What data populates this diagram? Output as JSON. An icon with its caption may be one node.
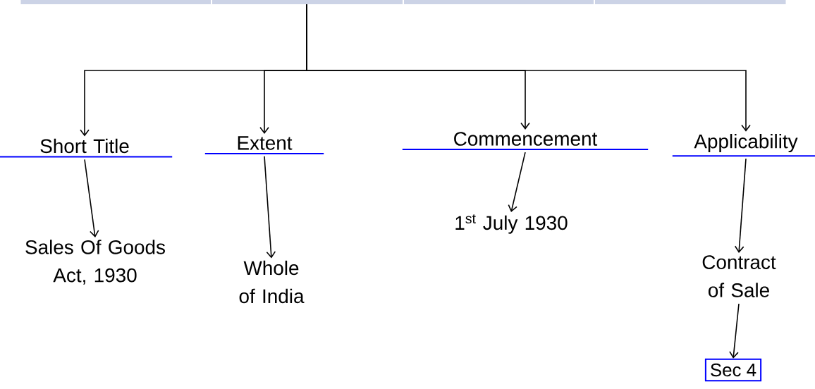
{
  "diagram": {
    "nodes": [
      {
        "text": [],
        "shape": "bar"
      },
      {
        "text": [
          "Short Title"
        ]
      },
      {
        "text": [
          "Extent"
        ]
      },
      {
        "text": [
          "Commencement"
        ]
      },
      {
        "text": [
          "Applicability"
        ]
      },
      {
        "text": [
          "Sales Of Goods Act, 1930"
        ]
      },
      {
        "text": [
          "Whole of India"
        ]
      },
      {
        "text": [
          "1$^{st}$ July 1930"
        ]
      },
      {
        "text": [
          "Contract of Sale"
        ]
      },
      {
        "text": [
          "Sec 4"
        ]
      }
    ],
    "edges": [
      {
        "from": 0,
        "to": 1,
        "arrow": "to"
      },
      {
        "from": 0,
        "to": 2,
        "arrow": "to"
      },
      {
        "from": 0,
        "to": 3,
        "arrow": "to"
      },
      {
        "from": 0,
        "to": 4,
        "arrow": "to"
      },
      {
        "from": 1,
        "to": 5,
        "arrow": "to"
      },
      {
        "from": 2,
        "to": 6,
        "arrow": "to"
      },
      {
        "from": 3,
        "to": 7,
        "arrow": "to"
      },
      {
        "from": 4,
        "to": 8,
        "arrow": "to"
      },
      {
        "from": 8,
        "to": 9,
        "arrow": "to"
      }
    ]
  }
}
